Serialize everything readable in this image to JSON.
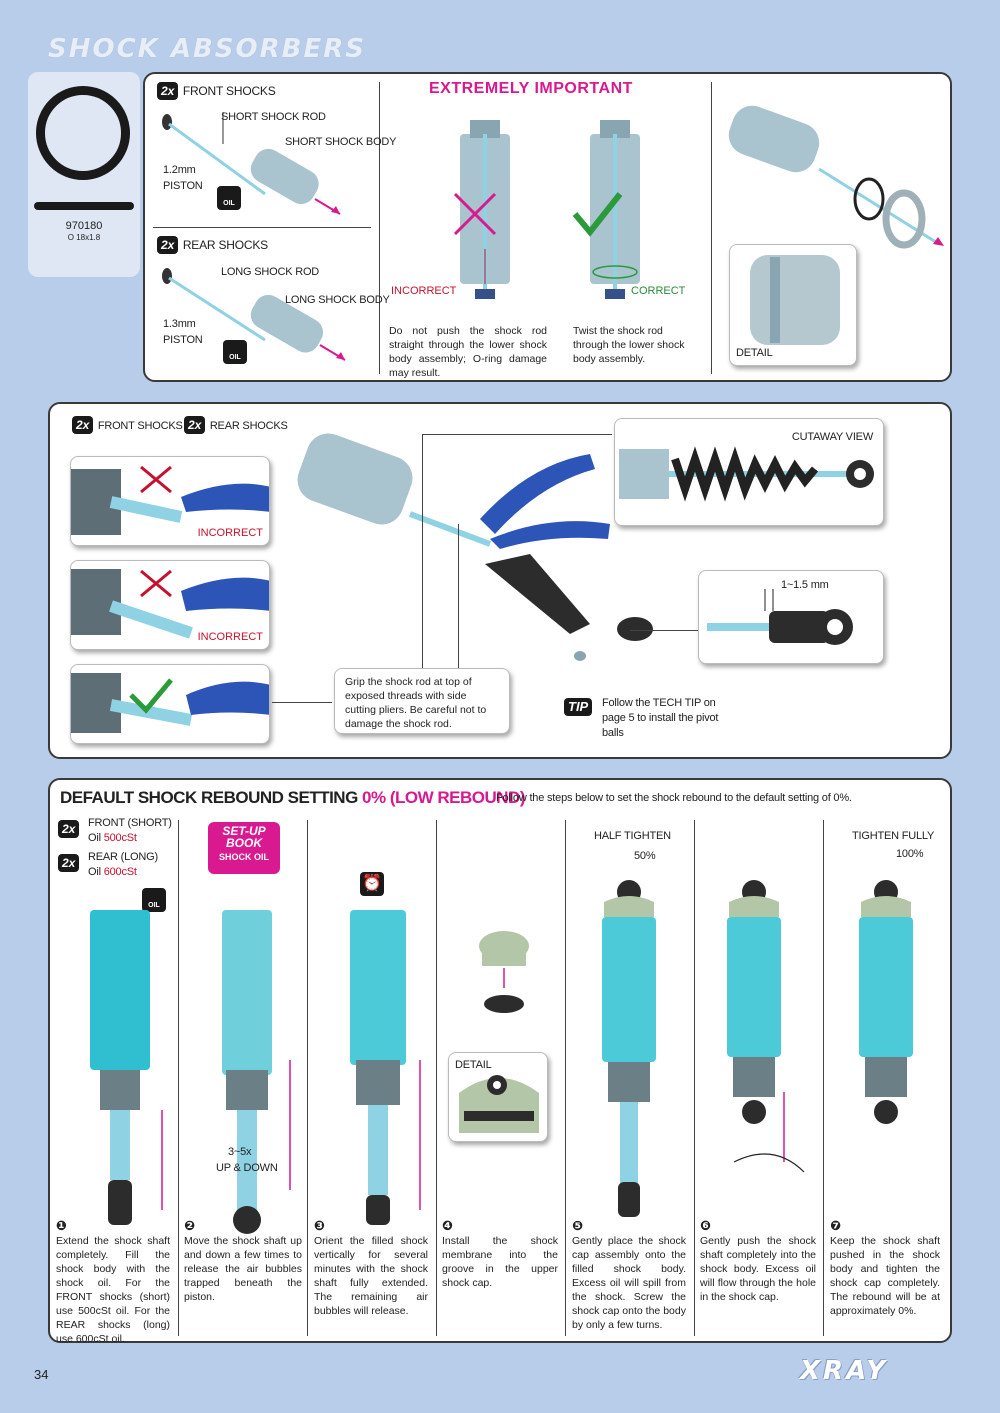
{
  "page_title": "SHOCK ABSORBERS",
  "page_number": "34",
  "brand": "XRAY",
  "part": {
    "number": "970180",
    "spec": "O 18x1.8"
  },
  "top": {
    "front": {
      "badge": "2x",
      "label": "FRONT SHOCKS",
      "rod": "SHORT SHOCK ROD",
      "body": "SHORT SHOCK BODY",
      "piston1": "1.2mm",
      "piston2": "PISTON",
      "oil": "OIL"
    },
    "rear": {
      "badge": "2x",
      "label": "REAR SHOCKS",
      "rod": "LONG SHOCK ROD",
      "body": "LONG SHOCK BODY",
      "piston1": "1.3mm",
      "piston2": "PISTON",
      "oil": "OIL"
    },
    "important": "EXTREMELY IMPORTANT",
    "incorrect": "INCORRECT",
    "correct": "CORRECT",
    "incorrect_text": "Do not push the shock rod straight through the lower shock body assembly; O-ring damage may result.",
    "correct_text": "Twist the shock rod through the lower shock body assembly.",
    "detail": "DETAIL"
  },
  "middle": {
    "front_badge": "2x",
    "front_label": "FRONT SHOCKS",
    "rear_badge": "2x",
    "rear_label": "REAR SHOCKS",
    "incorrect1": "INCORRECT",
    "incorrect2": "INCORRECT",
    "grip_text": "Grip the shock rod at top of exposed threads with side cutting pliers. Be careful not to damage the shock rod.",
    "cutaway": "CUTAWAY VIEW",
    "measure": "1~1.5 mm",
    "tip_badge": "TIP",
    "tip_text": "Follow the TECH TIP on page 5 to install the pivot balls"
  },
  "bottom": {
    "heading": "DEFAULT SHOCK REBOUND SETTING",
    "heading_value": "0% (LOW  REBOUND)",
    "subheading": "Follow the steps below to set the shock rebound to the default setting of 0%.",
    "front_badge": "2x",
    "front_label": "FRONT (SHORT)",
    "front_oil": "Oil",
    "front_oil_val": "500cSt",
    "rear_badge": "2x",
    "rear_label": "REAR (LONG)",
    "rear_oil": "Oil",
    "rear_oil_val": "600cSt",
    "oil_icon": "OIL",
    "setup1": "SET-UP",
    "setup2": "BOOK",
    "setup3": "SHOCK OIL",
    "updown1": "3~5x",
    "updown2": "UP & DOWN",
    "detail": "DETAIL",
    "half_tighten": "HALF TIGHTEN",
    "half_pct": "50%",
    "tighten_fully": "TIGHTEN FULLY",
    "full_pct": "100%",
    "steps": [
      {
        "num": "❶",
        "text": "Extend the shock shaft completely. Fill the shock body with the shock oil. For the FRONT shocks (short) use 500cSt oil. For the REAR shocks (long) use 600cSt oil."
      },
      {
        "num": "❷",
        "text": "Move the shock shaft up and down a few times to release the air bubbles trapped beneath the piston."
      },
      {
        "num": "❸",
        "text": "Orient the filled shock vertically for several minutes with the shock shaft fully extended. The remaining air bubbles will release."
      },
      {
        "num": "❹",
        "text": "Install the shock membrane into the groove in the upper shock cap."
      },
      {
        "num": "❺",
        "text": "Gently place the shock cap assembly onto the filled shock body. Excess oil will spill from the shock. Screw the shock cap onto the body by only a few turns."
      },
      {
        "num": "❻",
        "text": "Gently push the shock shaft completely into the shock body. Excess oil will flow through the hole in the shock cap."
      },
      {
        "num": "❼",
        "text": "Keep the shock shaft pushed in the shock body and tighten the shock cap completely. The rebound will be at approximately 0%."
      }
    ]
  }
}
